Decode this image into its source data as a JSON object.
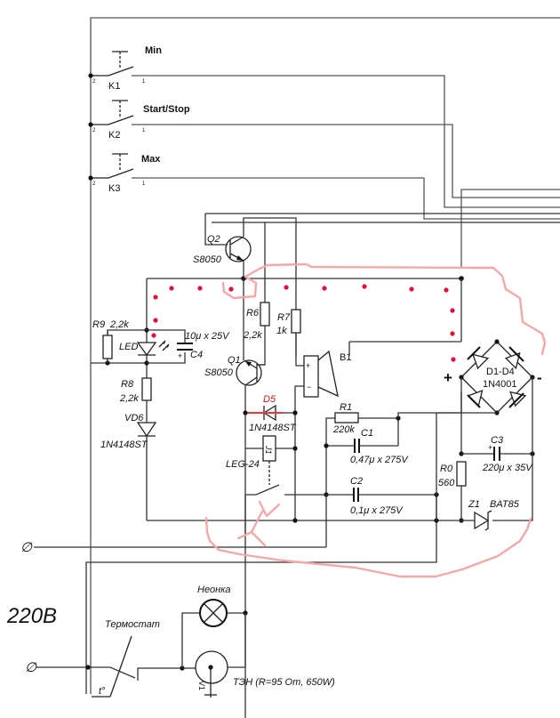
{
  "diagram": {
    "type": "electrical-schematic",
    "supply_label": "220В",
    "switches": [
      {
        "ref": "K1",
        "label": "Min",
        "pin_left": "2",
        "pin_right": "1"
      },
      {
        "ref": "K2",
        "label": "Start/Stop",
        "pin_left": "2",
        "pin_right": "1"
      },
      {
        "ref": "K3",
        "label": "Max",
        "pin_left": "2",
        "pin_right": "1"
      }
    ],
    "transistors": [
      {
        "ref": "Q2",
        "part": "S8050"
      },
      {
        "ref": "Q1",
        "part": "S8050"
      }
    ],
    "resistors": [
      {
        "ref": "R9",
        "value": "2,2k"
      },
      {
        "ref": "R8",
        "value": "2,2k"
      },
      {
        "ref": "R6",
        "value": "2,2k"
      },
      {
        "ref": "R7",
        "value": "1k"
      },
      {
        "ref": "R1",
        "value": "220k"
      },
      {
        "ref": "R0",
        "value": "560"
      }
    ],
    "capacitors": [
      {
        "ref": "C4",
        "value": "10μ x 25V"
      },
      {
        "ref": "C1",
        "value": "0,47μ x 275V"
      },
      {
        "ref": "C2",
        "value": "0,1μ x 275V"
      },
      {
        "ref": "C3",
        "value": "220μ x 35V"
      }
    ],
    "diodes": [
      {
        "ref": "LED",
        "value": ""
      },
      {
        "ref": "VD6",
        "value": "1N4148ST"
      },
      {
        "ref": "D5",
        "value": "1N4148ST"
      },
      {
        "ref": "D1-D4",
        "value": "1N4001"
      },
      {
        "ref": "Z1",
        "value": "BAT85"
      }
    ],
    "relay": {
      "ref": "J1",
      "part": "LEG-24"
    },
    "buzzer": {
      "ref": "B1",
      "plus": "+",
      "minus": "−"
    },
    "bridge_polarity": {
      "plus": "+",
      "minus": "-"
    },
    "thermostat": {
      "label": "Термостат",
      "symbol": "t°"
    },
    "lamp": {
      "label": "Неонка"
    },
    "heater": {
      "ref": "V1",
      "label": "ТЭН (R=95 Om, 650W)"
    },
    "terminal_symbol": "∅"
  }
}
